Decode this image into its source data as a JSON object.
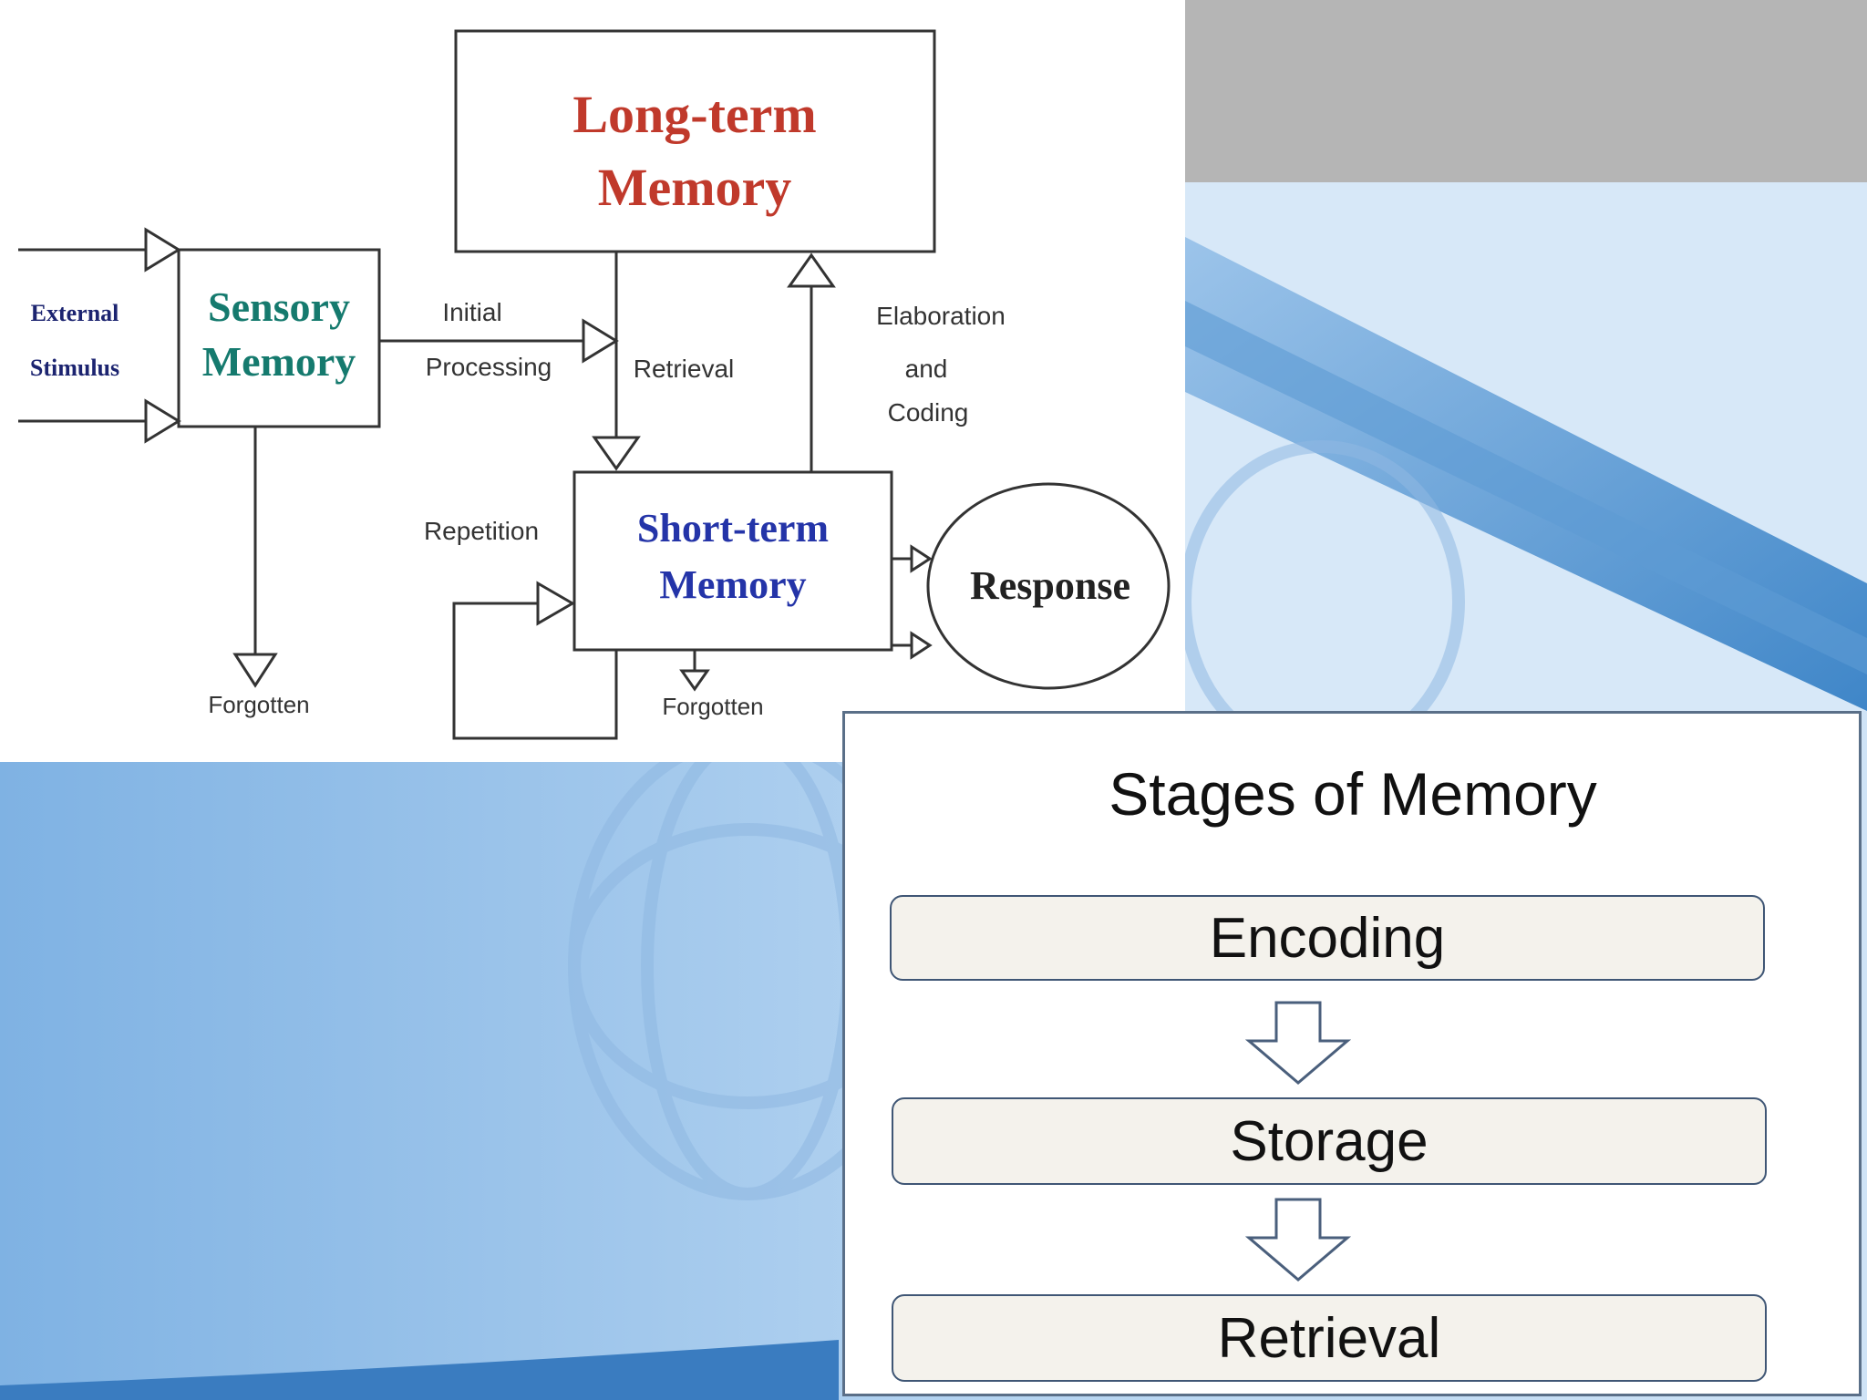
{
  "colors": {
    "long_term": "#c0392b",
    "sensory": "#157a6e",
    "short_term": "#2434a8",
    "external": "#1c2470",
    "line": "#333333",
    "background_blue": "#a9cdee",
    "gray_band": "#b5b5b5"
  },
  "diagram": {
    "long_term_line1": "Long-term",
    "long_term_line2": "Memory",
    "sensory_line1": "Sensory",
    "sensory_line2": "Memory",
    "short_term_line1": "Short-term",
    "short_term_line2": "Memory",
    "response": "Response",
    "external_line1": "External",
    "external_line2": "Stimulus",
    "initial_line1": "Initial",
    "initial_line2": "Processing",
    "retrieval": "Retrieval",
    "elaboration_line1": "Elaboration",
    "elaboration_line2": "and",
    "elaboration_line3": "Coding",
    "repetition": "Repetition",
    "forgotten_sensory": "Forgotten",
    "forgotten_short": "Forgotten"
  },
  "stages": {
    "title": "Stages of Memory",
    "items": [
      "Encoding",
      "Storage",
      "Retrieval"
    ]
  }
}
